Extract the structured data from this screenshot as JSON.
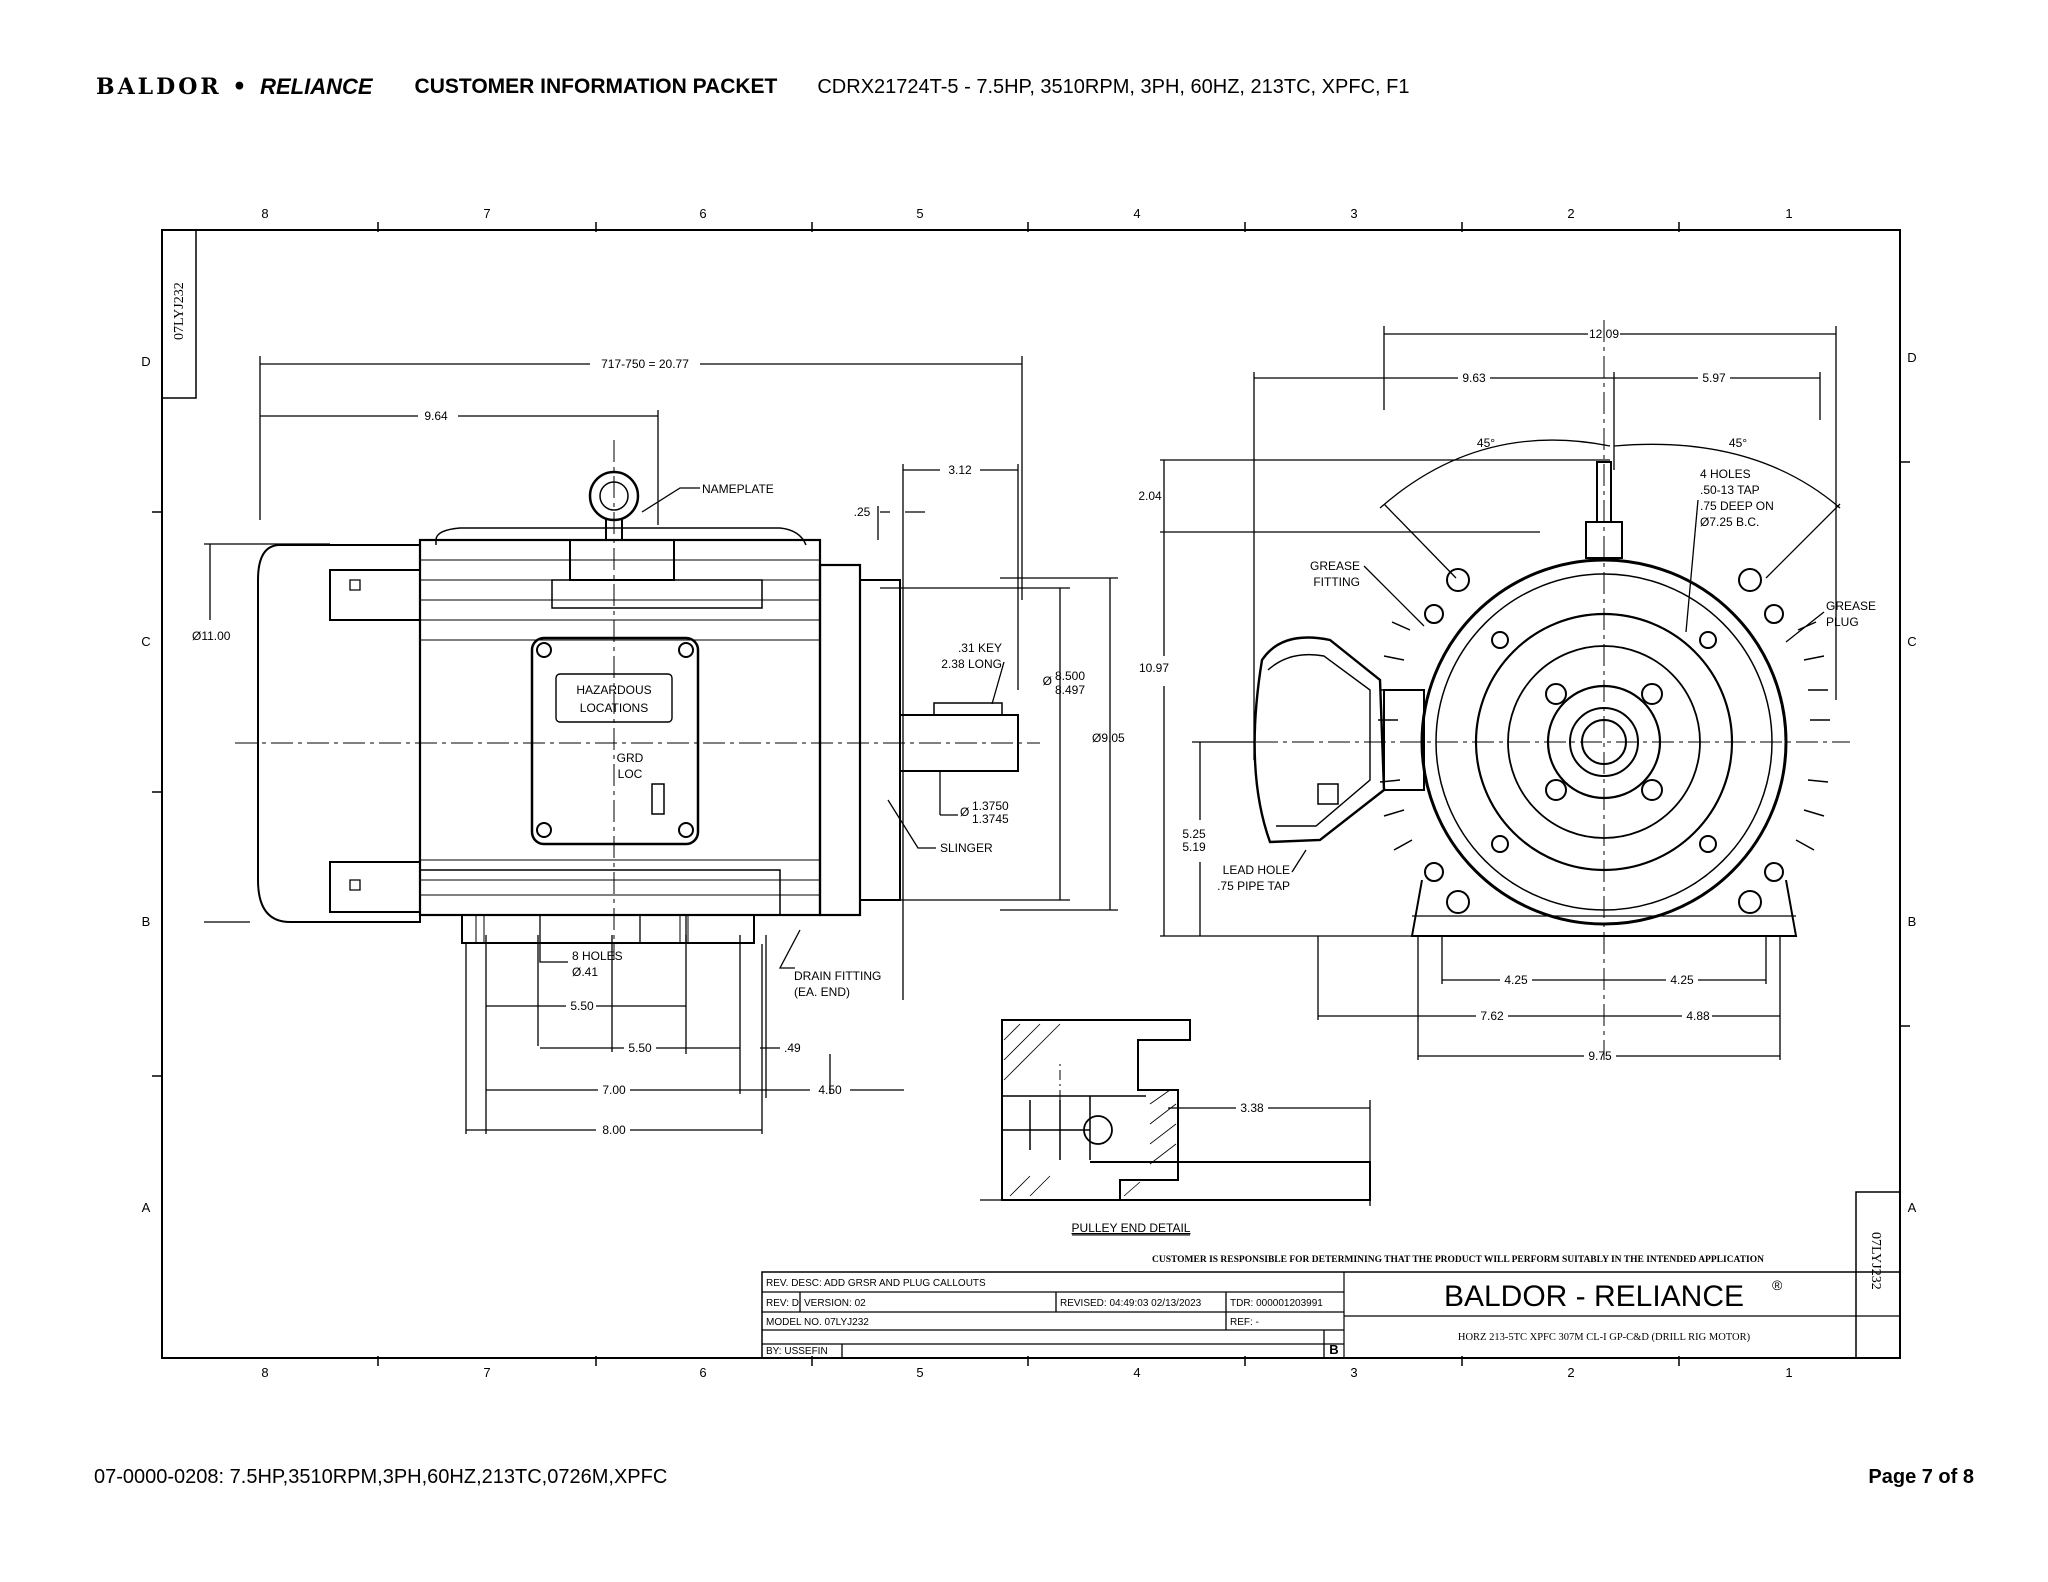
{
  "header": {
    "logo_left": "BALDOR",
    "logo_dot": "•",
    "logo_right": "RELIANCE",
    "packet_title": "CUSTOMER INFORMATION PACKET",
    "model_line": "CDRX21724T-5 - 7.5HP, 3510RPM, 3PH, 60HZ, 213TC, XPFC, F1"
  },
  "drawing": {
    "zone_cols": [
      "8",
      "7",
      "6",
      "5",
      "4",
      "3",
      "2",
      "1"
    ],
    "zone_rows": [
      "D",
      "C",
      "B",
      "A"
    ],
    "drawing_id": "07LYJ232",
    "side_view": {
      "dim_overall": "717-750 = 20.77",
      "dim_964": "9.64",
      "dim_312": "3.12",
      "dim_025": ".25",
      "nameplate": "NAMEPLATE",
      "dia_1100": "Ø11.00",
      "hazard_line1": "HAZARDOUS",
      "hazard_line2": "LOCATIONS",
      "grd_line1": "GRD",
      "grd_line2": "LOC",
      "key_line1": ".31 KEY",
      "key_line2": "2.38 LONG",
      "dia_8500": "8.500",
      "dia_8497": "8.497",
      "dia_905": "Ø9.05",
      "dia_13750": "1.3750",
      "dia_13745": "1.3745",
      "slinger": "SLINGER",
      "holes_line1": "8 HOLES",
      "holes_line2": "Ø.41",
      "drain_line1": "DRAIN FITTING",
      "drain_line2": "(EA. END)",
      "dim_550a": "5.50",
      "dim_550b": "5.50",
      "dim_049": ".49",
      "dim_700": "7.00",
      "dim_450": "4.50",
      "dim_800": "8.00"
    },
    "end_view": {
      "dim_1209": "12.09",
      "dim_963": "9.63",
      "dim_597": "5.97",
      "angle_left": "45°",
      "angle_right": "45°",
      "holes_line1": "4 HOLES",
      "holes_line2": ".50-13 TAP",
      "holes_line3": ".75 DEEP ON",
      "holes_line4": "Ø7.25 B.C.",
      "dim_204": "2.04",
      "grease_fit_line1": "GREASE",
      "grease_fit_line2": "FITTING",
      "grease_plug_line1": "GREASE",
      "grease_plug_line2": "PLUG",
      "dim_1097": "10.97",
      "dim_525": "5.25",
      "dim_519": "5.19",
      "lead_line1": "LEAD HOLE",
      "lead_line2": ".75 PIPE TAP",
      "dim_425a": "4.25",
      "dim_425b": "4.25",
      "dim_762": "7.62",
      "dim_488": "4.88",
      "dim_975": "9.75"
    },
    "detail": {
      "dim_338": "3.38",
      "title": "PULLEY END DETAIL"
    },
    "title_block": {
      "disclaimer": "CUSTOMER IS RESPONSIBLE FOR DETERMINING THAT THE PRODUCT WILL PERFORM SUITABLY IN THE INTENDED APPLICATION",
      "rev_desc": "REV. DESC: ADD GRSR AND PLUG CALLOUTS",
      "rev": "REV:  D",
      "version": "VERSION:  02",
      "revised": "REVISED:  04:49:03 02/13/2023",
      "tdr": "TDR:  000001203991",
      "model_no": "MODEL NO.   07LYJ232",
      "ref": "REF:  -",
      "by": "BY: USSEFIN",
      "sheet_letter": "B",
      "brand": "BALDOR - RELIANCE",
      "brand_reg": "®",
      "description": "HORZ 213-5TC XPFC 307M CL-I GP-C&D (DRILL RIG MOTOR)"
    }
  },
  "footer": {
    "left": "07-0000-0208: 7.5HP,3510RPM,3PH,60HZ,213TC,0726M,XPFC",
    "right": "Page 7 of 8"
  }
}
